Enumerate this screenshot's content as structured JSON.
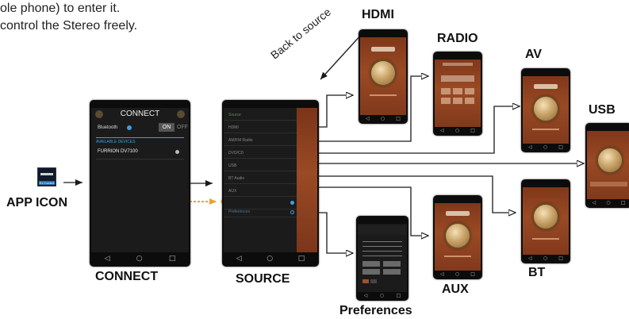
{
  "intro": {
    "line1": "ole phone) to enter it.",
    "line2": "control the Stereo freely."
  },
  "app": {
    "label": "APP ICON",
    "icon_text": "Ez Control"
  },
  "connect": {
    "label": "CONNECT",
    "title": "CONNECT",
    "bluetooth": "Bluetooth",
    "on": "ON",
    "off": "OFF",
    "available": "AVAILABLE DEVICES",
    "device": "FURRION DV7100"
  },
  "source": {
    "label": "SOURCE",
    "items": [
      "Source",
      "HDMI",
      "AM/FM Radio",
      "DVD/CD",
      "USB",
      "BT Audio",
      "AUX",
      "",
      "Preferences"
    ]
  },
  "annotation": {
    "back_to_source": "Back to source"
  },
  "outputs": {
    "hdmi": "HDMI",
    "radio": "RADIO",
    "av": "AV",
    "usb": "USB",
    "bt": "BT",
    "aux": "AUX",
    "preferences": "Preferences"
  },
  "colors": {
    "accent": "#3aa0e0",
    "arrow": "#1a1a1a",
    "dashed_arrow": "#f0a030",
    "highlight": "#e8a020",
    "wood": "#8a3f1e"
  }
}
